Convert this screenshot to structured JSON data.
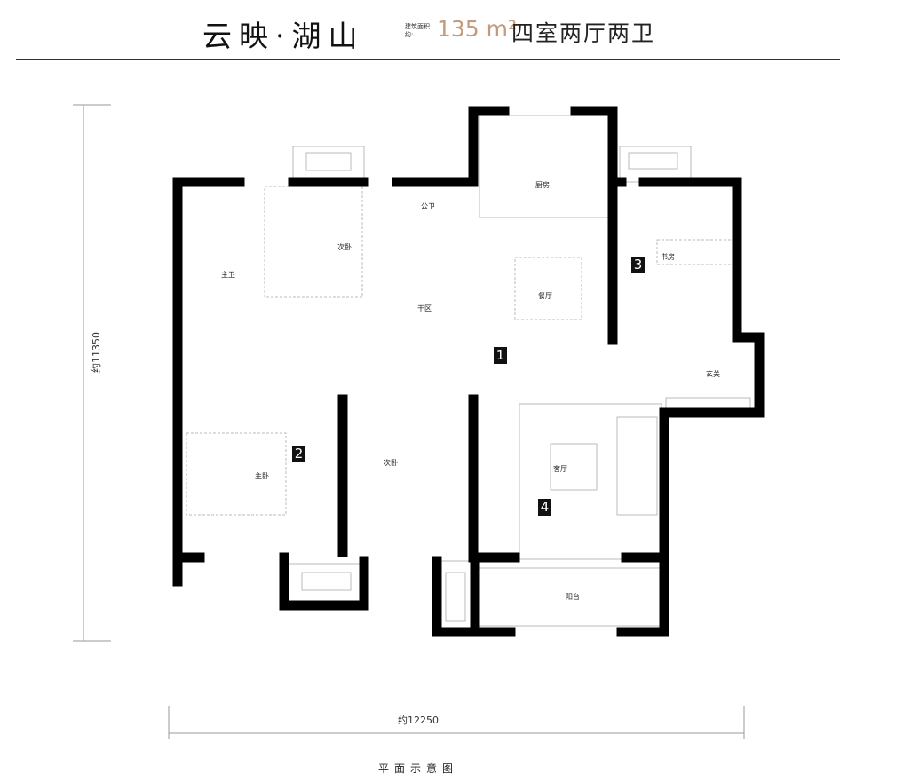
{
  "header": {
    "project": "云映·湖山",
    "area_label": "建筑面积约:",
    "area_value": "135",
    "area_unit": "m²",
    "layout": "四室两厅两卫"
  },
  "rooms": {
    "master_bath": "主卫",
    "second_bedroom_a": "次卧",
    "public_bath": "公卫",
    "dry_area": "干区",
    "kitchen": "厨房",
    "dining": "餐厅",
    "study": "书房",
    "entrance": "玄关",
    "master_bedroom": "主卧",
    "second_bedroom_b": "次卧",
    "living": "客厅",
    "balcony": "阳台"
  },
  "markers": [
    "1",
    "2",
    "3",
    "4"
  ],
  "dimensions": {
    "height": "约11350",
    "width": "约12250"
  },
  "footer": "平面示意图",
  "colors": {
    "accent": "#c49a7c",
    "wall": "#000000"
  }
}
